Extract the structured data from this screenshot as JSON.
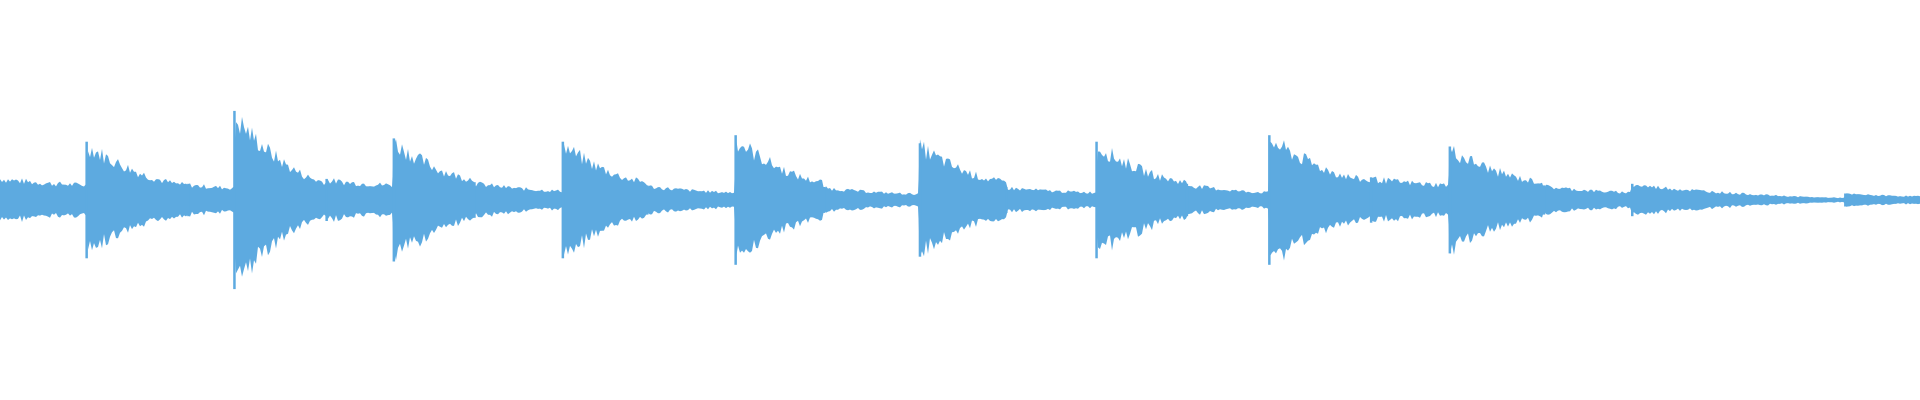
{
  "waveform": {
    "color": "#5DAAE0",
    "background": "#FFFFFF",
    "duration_fraction_points": [
      0,
      1
    ],
    "envelope": [
      {
        "start": 0.0,
        "peak": 0.14,
        "end": 0.1
      },
      {
        "start": 0.045,
        "peak": 0.36,
        "end": 0.1
      },
      {
        "start": 0.098,
        "peak": 0.1,
        "end": 0.08
      },
      {
        "start": 0.122,
        "peak": 0.55,
        "end": 0.12
      },
      {
        "start": 0.17,
        "peak": 0.13,
        "end": 0.1
      },
      {
        "start": 0.205,
        "peak": 0.38,
        "end": 0.14
      },
      {
        "start": 0.247,
        "peak": 0.11,
        "end": 0.06
      },
      {
        "start": 0.293,
        "peak": 0.36,
        "end": 0.12
      },
      {
        "start": 0.337,
        "peak": 0.09,
        "end": 0.05
      },
      {
        "start": 0.383,
        "peak": 0.4,
        "end": 0.12
      },
      {
        "start": 0.429,
        "peak": 0.08,
        "end": 0.04
      },
      {
        "start": 0.479,
        "peak": 0.35,
        "end": 0.12
      },
      {
        "start": 0.524,
        "peak": 0.08,
        "end": 0.05
      },
      {
        "start": 0.571,
        "peak": 0.36,
        "end": 0.12
      },
      {
        "start": 0.618,
        "peak": 0.1,
        "end": 0.05
      },
      {
        "start": 0.661,
        "peak": 0.4,
        "end": 0.13
      },
      {
        "start": 0.714,
        "peak": 0.14,
        "end": 0.1
      },
      {
        "start": 0.755,
        "peak": 0.33,
        "end": 0.12
      },
      {
        "start": 0.804,
        "peak": 0.09,
        "end": 0.05
      },
      {
        "start": 0.85,
        "peak": 0.1,
        "end": 0.015
      },
      {
        "start": 0.961,
        "peak": 0.04,
        "end": 0.025
      },
      {
        "start": 1.0,
        "peak": 0.03,
        "end": 0.03
      }
    ]
  }
}
